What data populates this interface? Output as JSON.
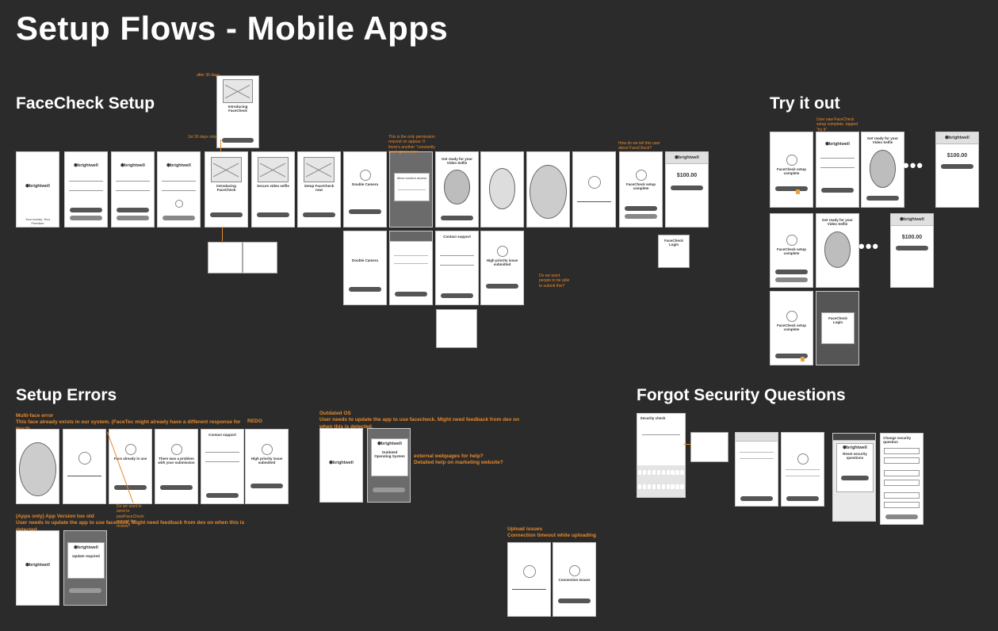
{
  "page_title": "Setup Flows - Mobile Apps",
  "sections": {
    "facecheck": "FaceCheck Setup",
    "tryit": "Try it out",
    "errors": "Setup Errors",
    "forgot": "Forgot Security Questions"
  },
  "brand": "⬢brightwell",
  "error_notes": {
    "multiface_title": "Multi-face error",
    "multiface_desc": "This face already exists in our system. (FaceTec might already have a different response for this?)",
    "redo": "REDO",
    "outdated_os_title": "Outdated OS",
    "outdated_os_desc": "User needs to update the app to use facecheck. Might need feedback from dev on when this is detected.",
    "app_version_title": "(Apps only) App Version too old",
    "app_version_desc": "User needs to update the app to use facebook. Might need feedback from dev on when this is detected.",
    "external_help": "external webpages for help?",
    "detailed_help": "Detailed help on marketing website?",
    "upload_title": "Upload issues",
    "upload_desc": "Connection timeout while uploading"
  },
  "screen_text": {
    "introducing": "Introducing FaceCheck",
    "double_camera": "Double Camera",
    "get_ready": "Get ready for your Video Selfie",
    "amount": "$100.00",
    "facecheck_login": "FaceCheck Login",
    "contact_support": "Contact support",
    "security_check": "Security check",
    "reset_security": "Reset security questions",
    "change_security": "Change security question",
    "connection_issues": "Connection Issues",
    "facecheck_setup_complete": "FaceCheck setup complete",
    "setup_facecheck_now": "Setup FaceCheck now",
    "secure_video_selfie": "Secure video selfie",
    "face_already_in_use": "Face already in use",
    "there_was_a_problem": "There was a problem with your submission",
    "high_priority": "High priority issue submitted",
    "update_required": "Update required",
    "outdated_operating": "Outdated Operating System"
  },
  "chart_data": {
    "type": "table",
    "flows": [
      "FaceCheck Setup",
      "Try it out",
      "Setup Errors",
      "Forgot Security Questions"
    ]
  }
}
